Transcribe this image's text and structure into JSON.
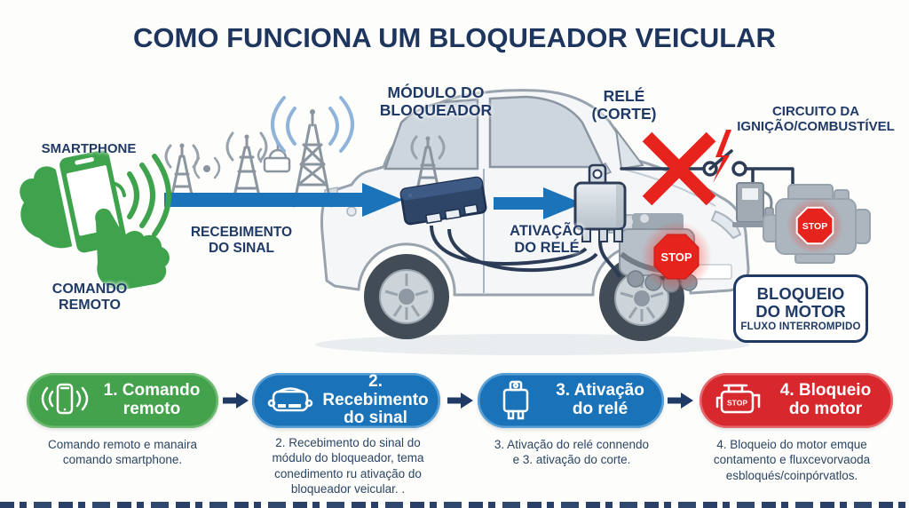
{
  "title": "COMO FUNCIONA UM BLOQUEADOR VEICULAR",
  "diagram": {
    "smartphone": "SMARTPHONE",
    "comando_remoto": "COMANDO\nREMOTO",
    "recebimento": "RECEBIMENTO\nDO SINAL",
    "modulo": "MÓDULO DO\nBLOQUEADOR",
    "rele": "RELÉ\n(CORTE)",
    "ativacao": "ATIVAÇÃO\nDO RELÉ",
    "circuito": "CIRCUITO DA\nIGNIÇÃO/COMBUSTÍVEL",
    "stop": "STOP",
    "bloqueio_motor": "BLOQUEIO\nDO MOTOR",
    "fluxo": "FLUXO INTERROMPIDO"
  },
  "steps": [
    {
      "label": "1. Comando\nremoto",
      "icon": "smartphone-waves-icon",
      "color": "#43a24b",
      "caption": "Comando remoto e manaira\ncomando smartphone."
    },
    {
      "label": "2. Recebimento\ndo sinal",
      "icon": "module-icon",
      "color": "#1a72b8",
      "caption": "2. Recebimento do sinal do\nmódulo do bloqueador, tema\nconedimento ru ativação do\nbloqueador veicular. ."
    },
    {
      "label": "3. Ativação\ndo relé",
      "icon": "relay-icon",
      "color": "#1a72b8",
      "caption": "3. Ativação do relé connendo\ne 3. ativação do corte."
    },
    {
      "label": "4. Bloqueio\ndo motor",
      "icon": "engine-stop-icon",
      "color": "#d7282e",
      "caption": "4. Bloqueio do motor emque\ncontamento e fluxcevorvaoda\nesbloqués/coinpórvatlos."
    }
  ],
  "colors": {
    "navy": "#203a66",
    "green": "#43a24b",
    "blue": "#1b74ba",
    "red": "#e6231d"
  }
}
